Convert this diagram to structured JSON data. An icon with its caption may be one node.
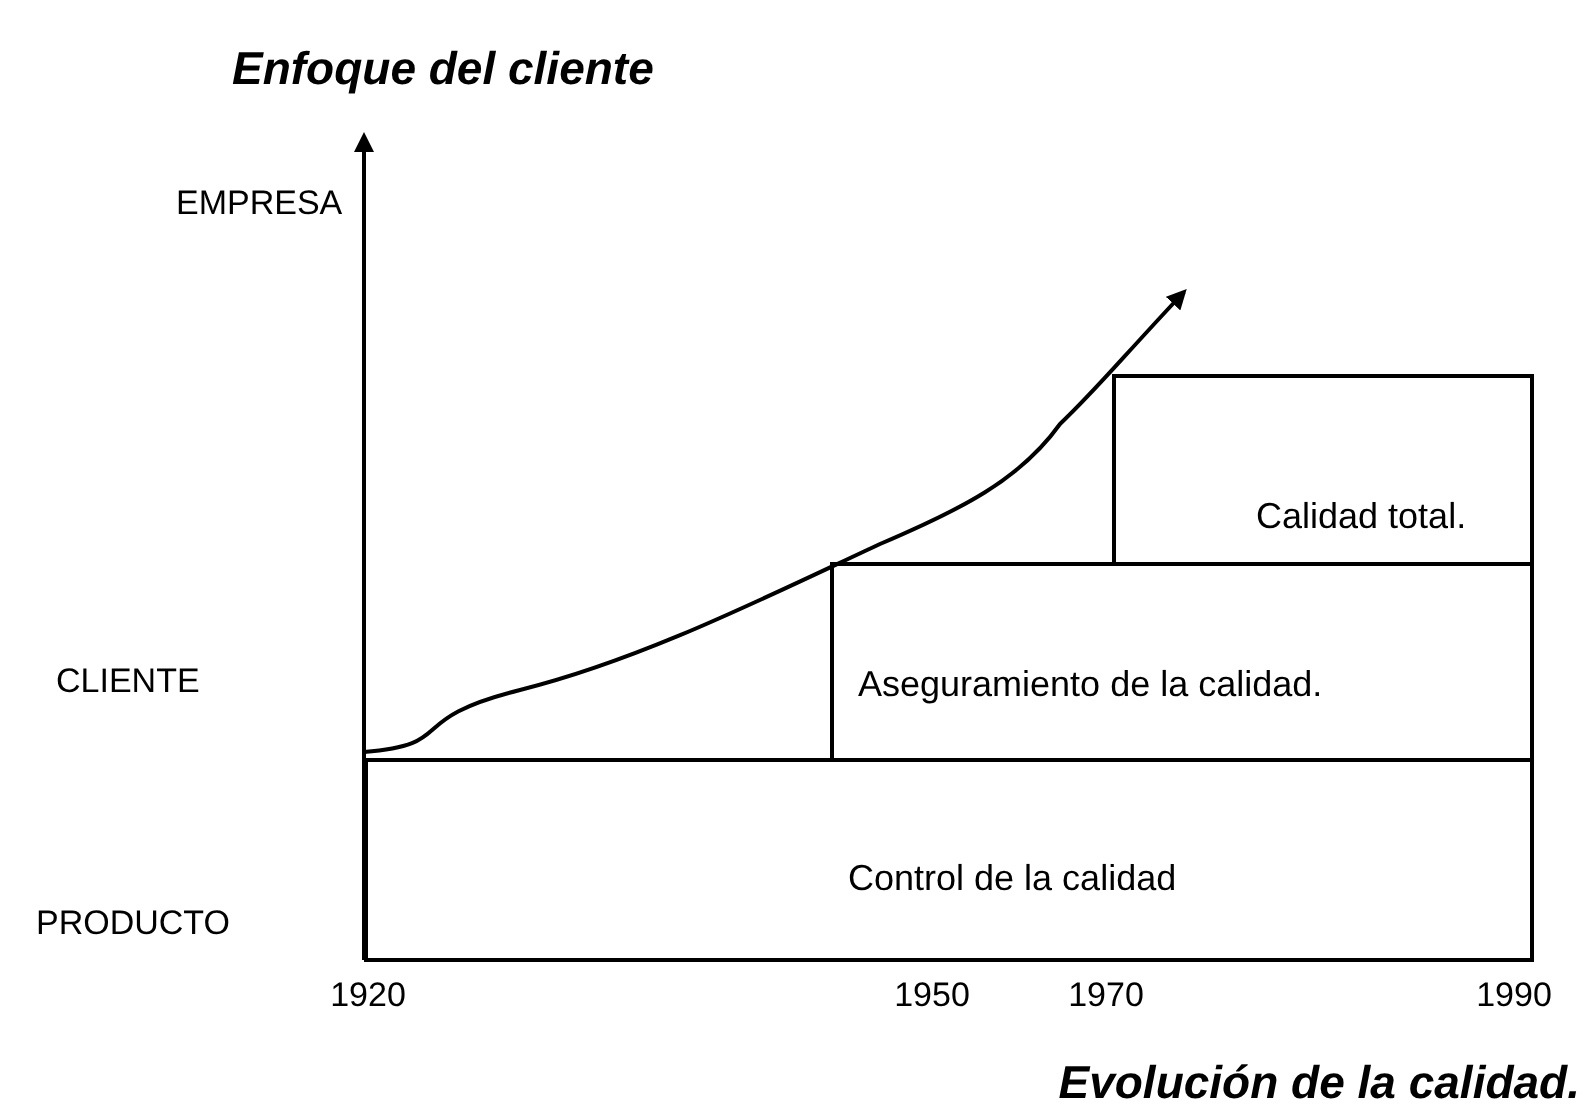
{
  "diagram": {
    "title": "Enfoque del cliente",
    "caption": "Evolución de la calidad.",
    "nodes": [
      {
        "text": [
          "Calidad total."
        ]
      },
      {
        "text": [
          "Aseguramiento de la calidad."
        ]
      },
      {
        "text": [
          "Control de la calidad"
        ]
      }
    ],
    "labels": [
      "EMPRESA",
      "CLIENTE",
      "PRODUCTO",
      "1920",
      "1950",
      "1970",
      "1990"
    ]
  }
}
